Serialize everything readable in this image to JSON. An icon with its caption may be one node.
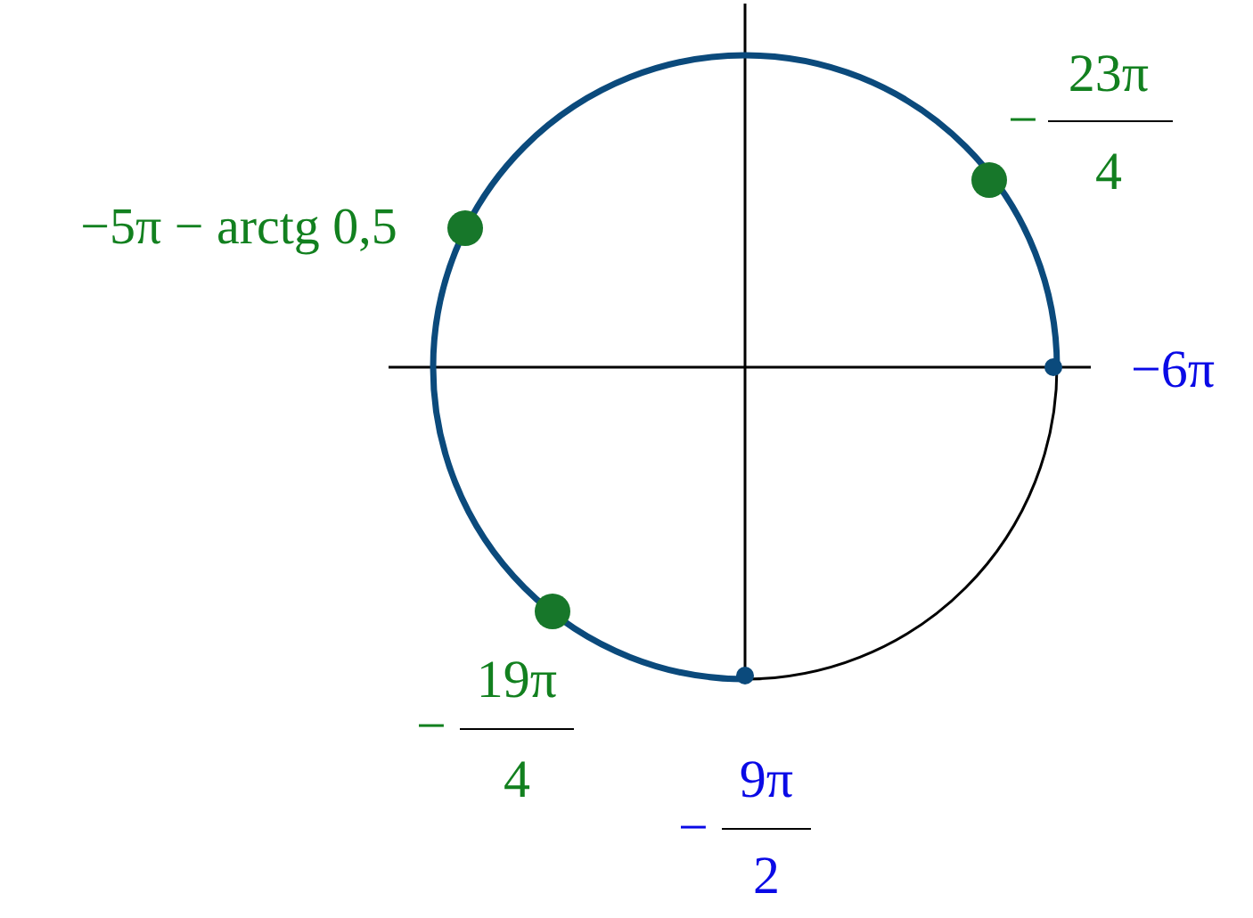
{
  "diagram": {
    "labels": [
      "−5π − arctg 0,5",
      "−",
      "23π",
      "4",
      "−6π",
      "−",
      "19π",
      "4",
      "−",
      "9π",
      "2"
    ]
  }
}
